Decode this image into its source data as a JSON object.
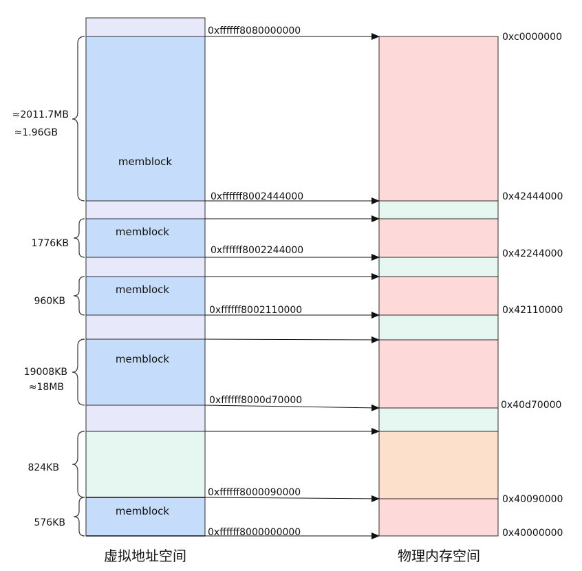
{
  "titles": {
    "virtual": "虚拟地址空间",
    "physical": "物理内存空间"
  },
  "colors": {
    "virtual_memblock": "#c6dcfb",
    "virtual_gap": "#e8e8fb",
    "virtual_green": "#e6f6f1",
    "physical_red": "#fdd9d9",
    "physical_green": "#e6f6f1",
    "physical_orange": "#fde0cc",
    "stroke": "#2b2b2b"
  },
  "memblock_label": "memblock",
  "virtual_addresses": [
    "0xffffff8080000000",
    "0xffffff8002444000",
    "0xffffff8002244000",
    "0xffffff8002110000",
    "0xffffff8000d70000",
    "0xffffff8000090000",
    "0xffffff8000000000"
  ],
  "physical_addresses": [
    "0xc0000000",
    "0x42444000",
    "0x42244000",
    "0x42110000",
    "0x40d70000",
    "0x40090000",
    "0x40000000"
  ],
  "sizes": [
    {
      "lines": [
        "≈2011.7MB",
        "≈1.96GB"
      ]
    },
    {
      "lines": [
        "1776KB"
      ]
    },
    {
      "lines": [
        "960KB"
      ]
    },
    {
      "lines": [
        "19008KB",
        "≈18MB"
      ]
    },
    {
      "lines": [
        "824KB"
      ]
    },
    {
      "lines": [
        "576KB"
      ]
    }
  ]
}
